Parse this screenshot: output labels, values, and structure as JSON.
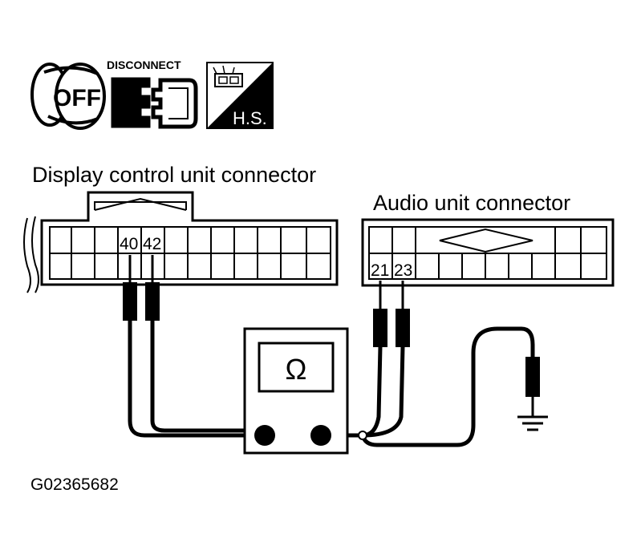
{
  "icons": {
    "ignition": {
      "name": "ignition-off-icon",
      "label": "OFF"
    },
    "disconnect": {
      "name": "disconnect-connector-icon",
      "label": "DISCONNECT"
    },
    "harness_side": {
      "name": "harness-side-icon",
      "label": "H.S."
    }
  },
  "connectors": {
    "display": {
      "title": "Display control unit connector",
      "pins": [
        "40",
        "42"
      ]
    },
    "audio": {
      "title": "Audio unit connector",
      "pins": [
        "21",
        "23"
      ]
    }
  },
  "meter": {
    "symbol": "Ω"
  },
  "figure_code": "G02365682"
}
